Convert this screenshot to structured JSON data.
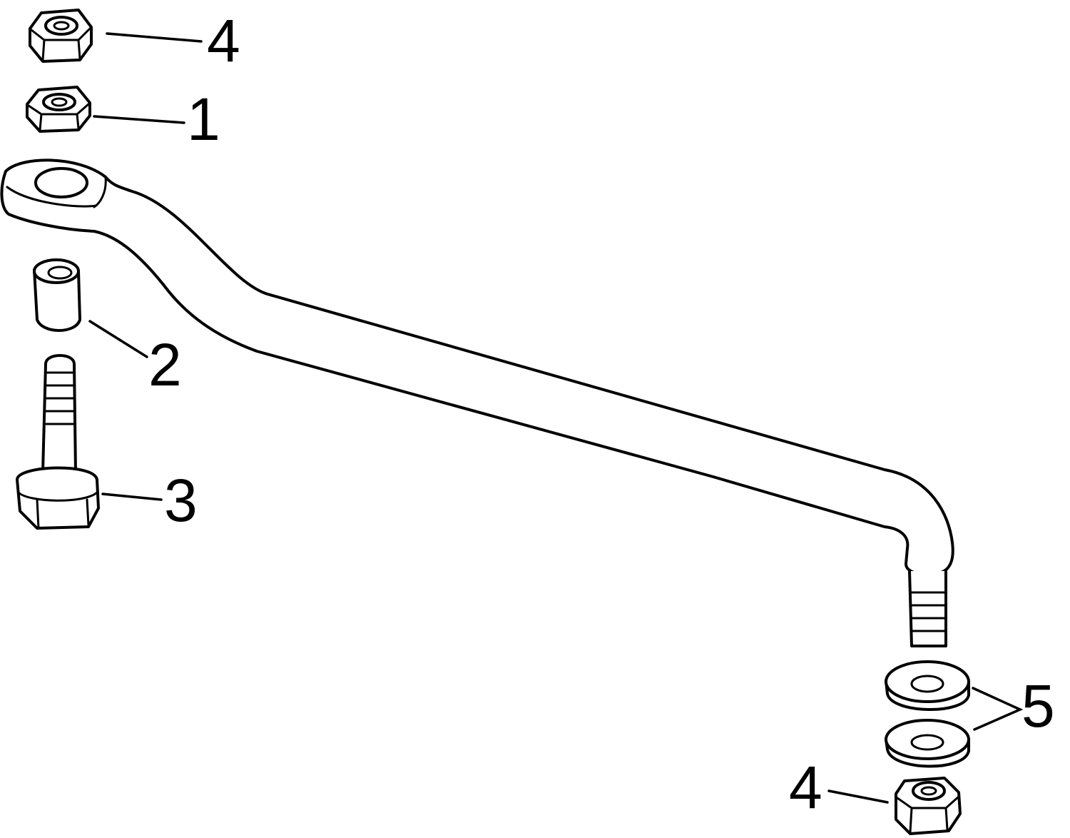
{
  "callouts": {
    "nut_top": "4",
    "nut_plain": "1",
    "spacer": "2",
    "bolt": "3",
    "washers": "5",
    "nut_bottom": "4"
  },
  "colors": {
    "line": "#000000",
    "background": "#ffffff"
  }
}
